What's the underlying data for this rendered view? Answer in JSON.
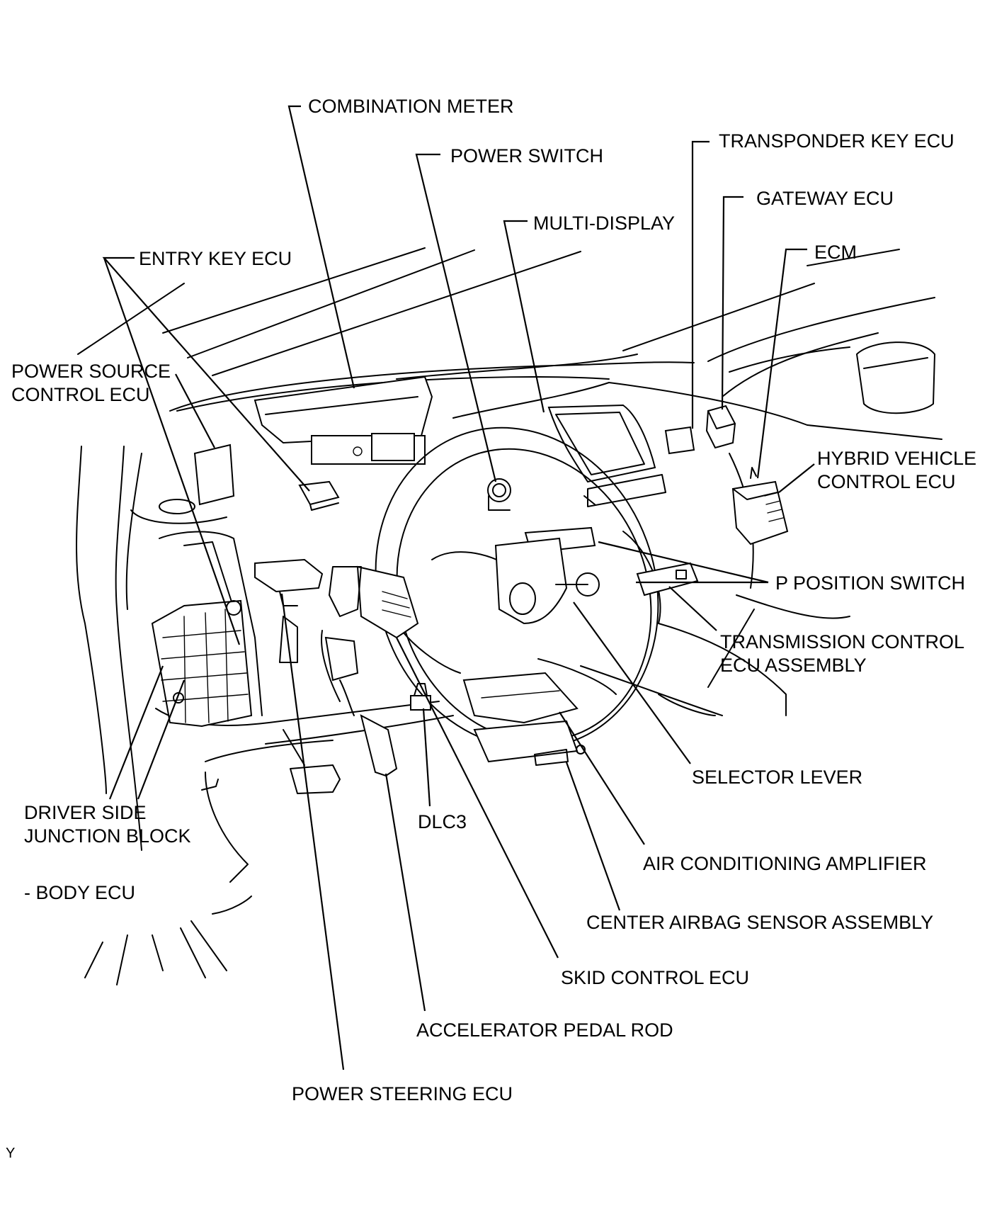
{
  "diagram": {
    "callouts": {
      "combination_meter": "COMBINATION METER",
      "power_switch": "POWER SWITCH",
      "transponder_key_ecu": "TRANSPONDER KEY ECU",
      "gateway_ecu": "GATEWAY ECU",
      "multi_display": "MULTI-DISPLAY",
      "ecm": "ECM",
      "entry_key_ecu": "ENTRY KEY ECU",
      "power_source_control_ecu_line1": "POWER SOURCE",
      "power_source_control_ecu_line2": "CONTROL ECU",
      "hybrid_vehicle_control_ecu_line1": "HYBRID VEHICLE",
      "hybrid_vehicle_control_ecu_line2": "CONTROL ECU",
      "p_position_switch": "P POSITION SWITCH",
      "transmission_control_ecu_line1": "TRANSMISSION CONTROL",
      "transmission_control_ecu_line2": "ECU ASSEMBLY",
      "selector_lever": "SELECTOR LEVER",
      "driver_side_junction_block_line1": "DRIVER SIDE",
      "driver_side_junction_block_line2": "JUNCTION BLOCK",
      "dlc3": "DLC3",
      "air_conditioning_amplifier": "AIR CONDITIONING AMPLIFIER",
      "body_ecu": "- BODY ECU",
      "center_airbag_sensor_assembly": "CENTER AIRBAG SENSOR ASSEMBLY",
      "skid_control_ecu": "SKID CONTROL ECU",
      "accelerator_pedal_rod": "ACCELERATOR PEDAL ROD",
      "power_steering_ecu": "POWER STEERING ECU"
    },
    "figure_code": "Y"
  }
}
